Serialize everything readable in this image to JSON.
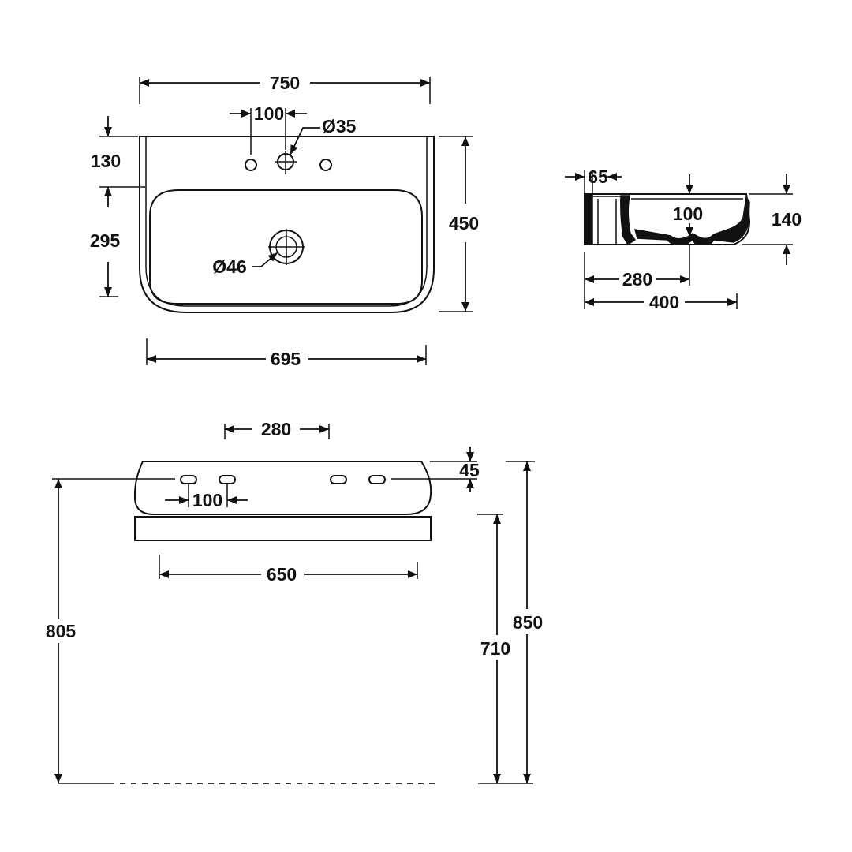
{
  "top_view": {
    "overall_width": "750",
    "tap_hole_spacing": "100",
    "tap_hole_diameter": "Ø35",
    "back_depth": "130",
    "bowl_depth": "295",
    "overall_depth": "450",
    "waste_diameter": "Ø46",
    "bowl_width": "695"
  },
  "side_view": {
    "wall_thickness": "65",
    "drop": "100",
    "height": "140",
    "waste_offset": "280",
    "overall_depth": "400"
  },
  "front_view": {
    "bracket_spacing": "280",
    "slot_spacing": "100",
    "slot_height": "45",
    "support_width": "650",
    "fixing_height": "805",
    "support_height": "710",
    "rim_height": "850"
  }
}
